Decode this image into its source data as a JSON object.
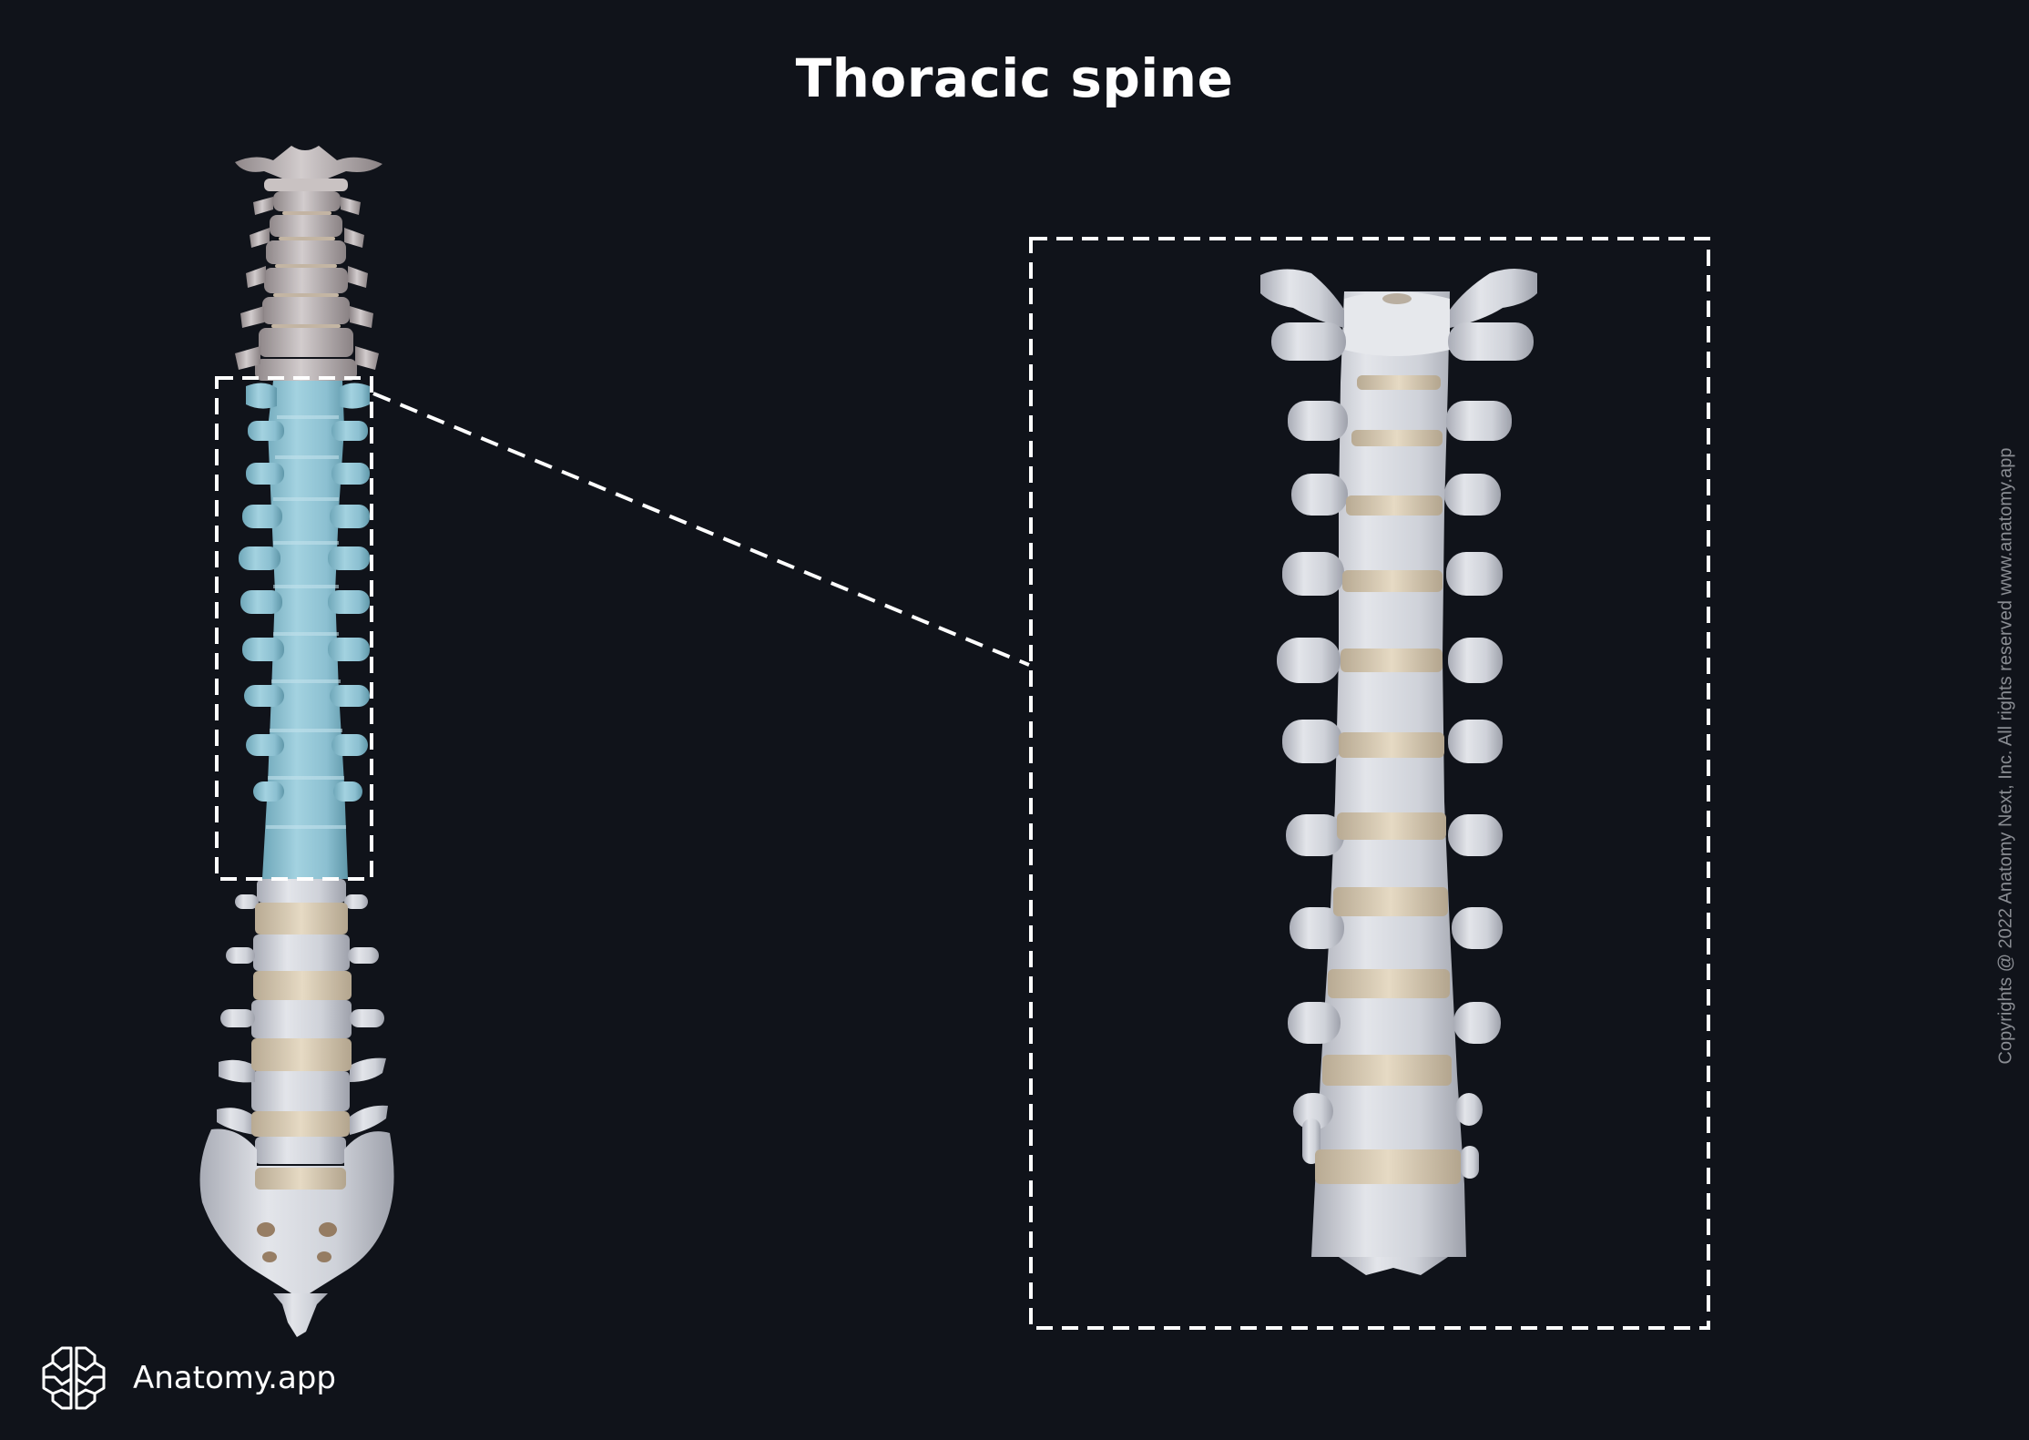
{
  "title": "Thoracic spine",
  "brand": {
    "name": "Anatomy.app",
    "logo_icon": "brain-icon"
  },
  "copyright": "Copyrights @ 2022 Anatomy Next, Inc. All rights reserved www.anatomy.app",
  "colors": {
    "background": "#10131a",
    "bone": "#d4d6dd",
    "bone_shadow": "#a9acb6",
    "disc": "#d9cbb3",
    "highlight": "#8fc3d4",
    "highlight_shadow": "#6fa7b9",
    "dashed_line": "#ffffff"
  },
  "figures": {
    "overview": {
      "label": "full-vertebral-column",
      "highlighted_region": "thoracic",
      "regions": [
        "cervical",
        "thoracic",
        "lumbar",
        "sacrum",
        "coccyx"
      ]
    },
    "zoom_box": {
      "label": "thoracic-vertebrae-closeup",
      "vertebrae_count": 12
    }
  }
}
